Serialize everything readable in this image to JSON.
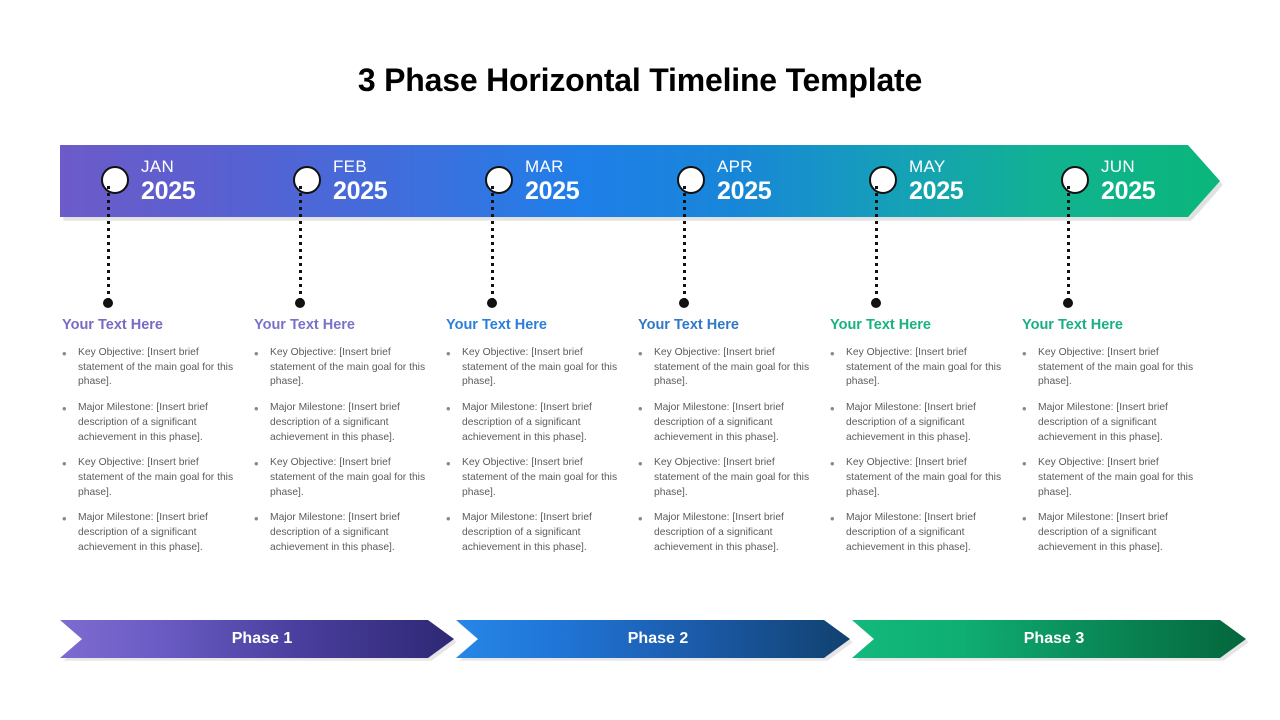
{
  "title": "3 Phase Horizontal Timeline Template",
  "timeline": {
    "months": [
      {
        "name": "JAN",
        "year": "2025"
      },
      {
        "name": "FEB",
        "year": "2025"
      },
      {
        "name": "MAR",
        "year": "2025"
      },
      {
        "name": "APR",
        "year": "2025"
      },
      {
        "name": "MAY",
        "year": "2025"
      },
      {
        "name": "JUN",
        "year": "2025"
      }
    ],
    "gradient_start": "#6c5bc9",
    "gradient_mid": "#1f7fe8",
    "gradient_end": "#0ab67a"
  },
  "columns": [
    {
      "heading": "Your Text Here",
      "heading_color": "#7a6ac4",
      "bullets": [
        "Key Objective: [Insert brief statement of the main goal for this phase].",
        "Major Milestone: [Insert brief description of a significant achievement in this phase].",
        "Key Objective: [Insert brief statement of the main goal for this phase].",
        "Major Milestone: [Insert brief description of a significant achievement in this phase]."
      ]
    },
    {
      "heading": "Your Text Here",
      "heading_color": "#7a72c8",
      "bullets": [
        "Key Objective: [Insert brief statement of the main goal for this phase].",
        "Major Milestone: [Insert brief description of a significant achievement in this phase].",
        "Key Objective: [Insert brief statement of the main goal for this phase].",
        "Major Milestone: [Insert brief description of a significant achievement in this phase]."
      ]
    },
    {
      "heading": "Your Text Here",
      "heading_color": "#2b7fdb",
      "bullets": [
        "Key Objective: [Insert brief statement of the main goal for this phase].",
        "Major Milestone: [Insert brief description of a significant achievement in this phase].",
        "Key Objective: [Insert brief statement of the main goal for this phase].",
        "Major Milestone: [Insert brief description of a significant achievement in this phase]."
      ]
    },
    {
      "heading": "Your Text Here",
      "heading_color": "#3178c8",
      "bullets": [
        "Key Objective: [Insert brief statement of the main goal for this phase].",
        "Major Milestone: [Insert brief description of a significant achievement in this phase].",
        "Key Objective: [Insert brief statement of the main goal for this phase].",
        "Major Milestone: [Insert brief description of a significant achievement in this phase]."
      ]
    },
    {
      "heading": "Your Text Here",
      "heading_color": "#18b37d",
      "bullets": [
        "Key Objective: [Insert brief statement of the main goal for this phase].",
        "Major Milestone: [Insert brief description of a significant achievement in this phase].",
        "Key Objective: [Insert brief statement of the main goal for this phase].",
        "Major Milestone: [Insert brief description of a significant achievement in this phase]."
      ]
    },
    {
      "heading": "Your Text Here",
      "heading_color": "#1aae86",
      "bullets": [
        "Key Objective: [Insert brief statement of the main goal for this phase].",
        "Major Milestone: [Insert brief description of a significant achievement in this phase].",
        "Key Objective: [Insert brief statement of the main goal for this phase].",
        "Major Milestone: [Insert brief description of a significant achievement in this phase]."
      ]
    }
  ],
  "phases": [
    {
      "label": "Phase 1",
      "color_start": "#7e6bd0",
      "color_end": "#2e2874"
    },
    {
      "label": "Phase 2",
      "color_start": "#2686e6",
      "color_end": "#11416e"
    },
    {
      "label": "Phase 3",
      "color_start": "#13b97c",
      "color_end": "#04663c"
    }
  ],
  "bullet_glyph": "•"
}
